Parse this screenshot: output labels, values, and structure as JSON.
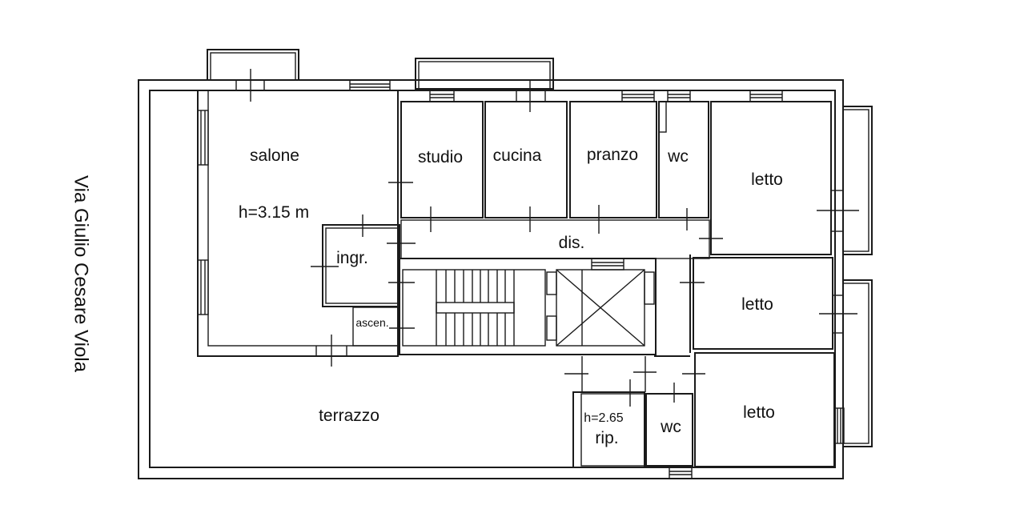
{
  "plan": {
    "street_label": "Via Giulio Cesare Viola",
    "rooms": [
      {
        "id": "salone",
        "label": "salone"
      },
      {
        "id": "salone_height",
        "label": "h=3.15 m"
      },
      {
        "id": "studio",
        "label": "studio"
      },
      {
        "id": "cucina",
        "label": "cucina"
      },
      {
        "id": "pranzo",
        "label": "pranzo"
      },
      {
        "id": "wc_top",
        "label": "wc"
      },
      {
        "id": "letto_1",
        "label": "letto"
      },
      {
        "id": "dis",
        "label": "dis."
      },
      {
        "id": "ingr",
        "label": "ingr."
      },
      {
        "id": "ascen",
        "label": "ascen."
      },
      {
        "id": "letto_2",
        "label": "letto"
      },
      {
        "id": "letto_3",
        "label": "letto"
      },
      {
        "id": "terrazzo",
        "label": "terrazzo"
      },
      {
        "id": "rip_height",
        "label": "h=2.65"
      },
      {
        "id": "rip",
        "label": "rip."
      },
      {
        "id": "wc_bottom",
        "label": "wc"
      }
    ],
    "colors": {
      "line": "#1a1a1a",
      "background": "#ffffff",
      "text": "#111111"
    }
  }
}
